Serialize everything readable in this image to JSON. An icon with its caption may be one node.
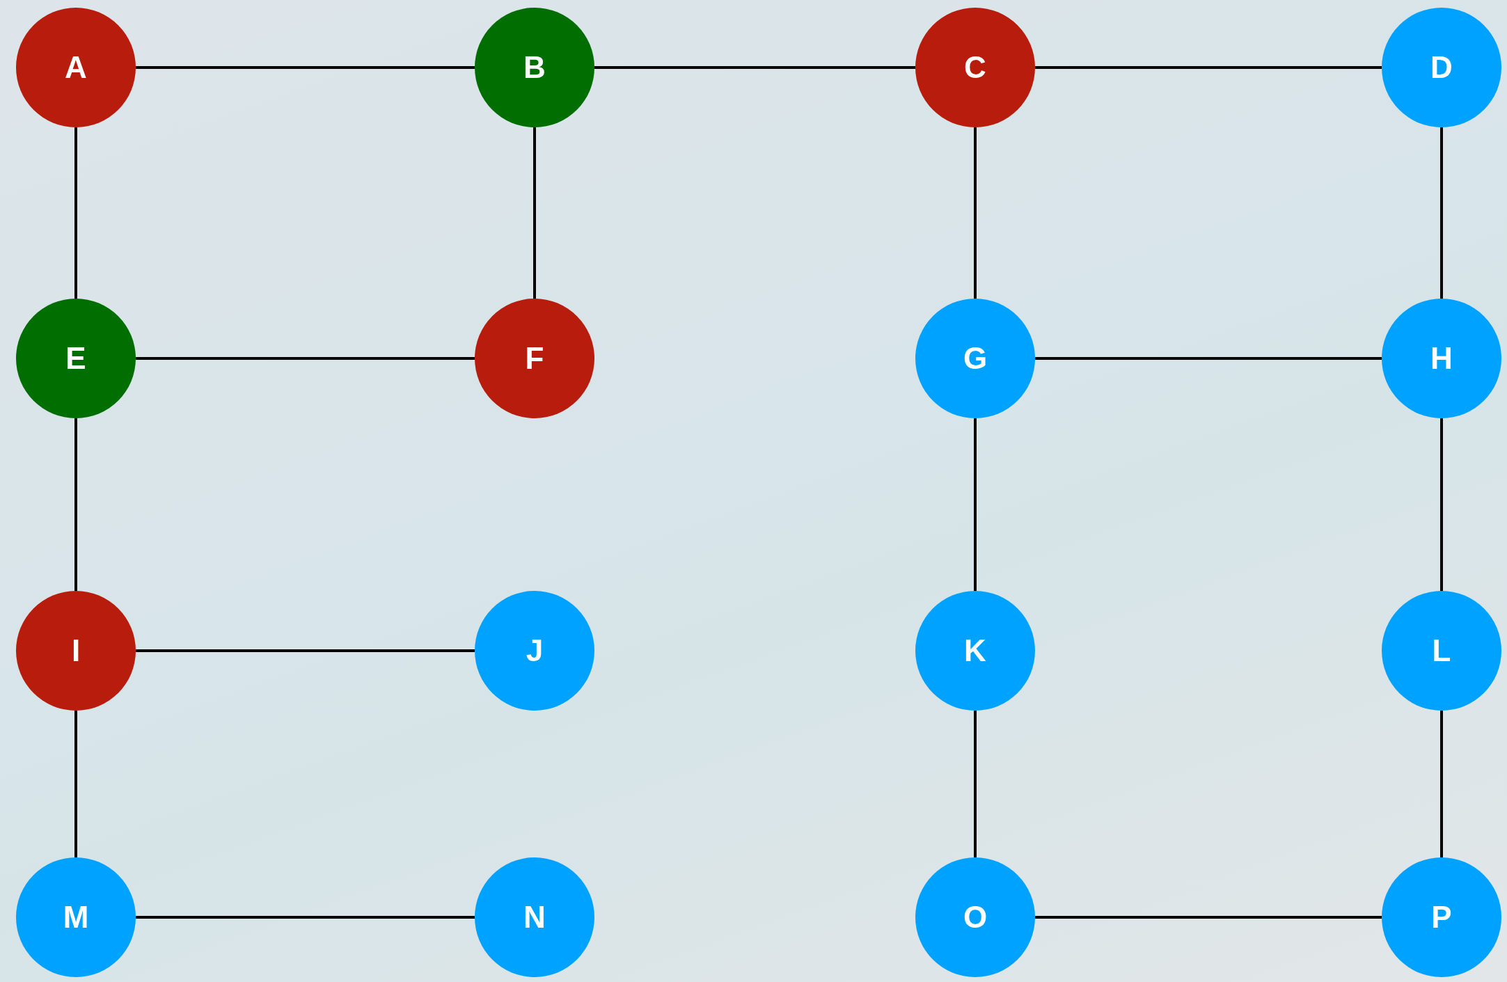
{
  "diagram": {
    "nodes": [
      {
        "text": [
          "A"
        ]
      },
      {
        "text": [
          "B"
        ]
      },
      {
        "text": [
          "C"
        ]
      },
      {
        "text": [
          "D"
        ]
      },
      {
        "text": [
          "E"
        ]
      },
      {
        "text": [
          "F"
        ]
      },
      {
        "text": [
          "G"
        ]
      },
      {
        "text": [
          "H"
        ]
      },
      {
        "text": [
          "I"
        ]
      },
      {
        "text": [
          "J"
        ]
      },
      {
        "text": [
          "K"
        ]
      },
      {
        "text": [
          "L"
        ]
      },
      {
        "text": [
          "M"
        ]
      },
      {
        "text": [
          "N"
        ]
      },
      {
        "text": [
          "O"
        ]
      },
      {
        "text": [
          "P"
        ]
      }
    ],
    "edges": [
      {
        "from": 0,
        "to": 1,
        "arrow": "none"
      },
      {
        "from": 1,
        "to": 2,
        "arrow": "none"
      },
      {
        "from": 2,
        "to": 3,
        "arrow": "none"
      },
      {
        "from": 0,
        "to": 4,
        "arrow": "none"
      },
      {
        "from": 1,
        "to": 5,
        "arrow": "none"
      },
      {
        "from": 2,
        "to": 6,
        "arrow": "none"
      },
      {
        "from": 3,
        "to": 7,
        "arrow": "none"
      },
      {
        "from": 4,
        "to": 5,
        "arrow": "none"
      },
      {
        "from": 6,
        "to": 7,
        "arrow": "none"
      },
      {
        "from": 4,
        "to": 8,
        "arrow": "none"
      },
      {
        "from": 6,
        "to": 10,
        "arrow": "none"
      },
      {
        "from": 7,
        "to": 11,
        "arrow": "none"
      },
      {
        "from": 8,
        "to": 9,
        "arrow": "none"
      },
      {
        "from": 8,
        "to": 12,
        "arrow": "none"
      },
      {
        "from": 10,
        "to": 14,
        "arrow": "none"
      },
      {
        "from": 11,
        "to": 15,
        "arrow": "none"
      },
      {
        "from": 12,
        "to": 13,
        "arrow": "none"
      },
      {
        "from": 14,
        "to": 15,
        "arrow": "none"
      }
    ]
  }
}
